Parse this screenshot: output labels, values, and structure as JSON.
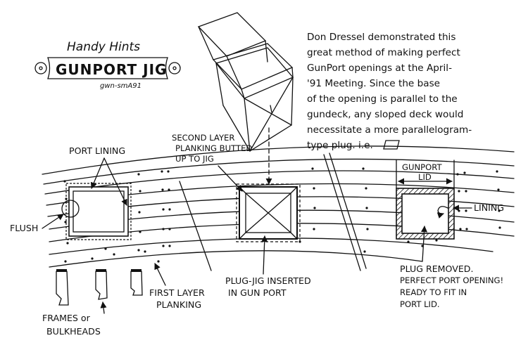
{
  "title": {
    "subtitle": "Handy Hints",
    "main": "GUNPORT JIG",
    "signature": "gwn-smA91"
  },
  "description_lines": [
    "Don Dressel demonstrated this",
    "great method of making perfect",
    "GunPort openings at the April-",
    "'91 Meeting. Since the base",
    "of the opening is parallel to the",
    "gundeck, any sloped deck would",
    "necessitate a more parallelogram-",
    "type plug. i.e."
  ],
  "labels": {
    "port_lining": "PORT LINING",
    "flush": "FLUSH",
    "second_layer": [
      "SECOND LAYER",
      "PLANKING BUTTED",
      "UP TO JIG"
    ],
    "plug_jig": [
      "PLUG-JIG INSERTED",
      "IN GUN PORT"
    ],
    "first_layer": [
      "FIRST LAYER",
      "PLANKING"
    ],
    "frames": [
      "FRAMES or",
      "BULKHEADS"
    ],
    "gunport_lid": [
      "GUNPORT",
      "LID"
    ],
    "lining": "LINING",
    "plug_removed": [
      "PLUG REMOVED.",
      "PERFECT PORT OPENING!",
      "READY TO FIT IN",
      "PORT LID."
    ]
  },
  "colors": {
    "ink": "#111111",
    "paper": "#ffffff"
  }
}
